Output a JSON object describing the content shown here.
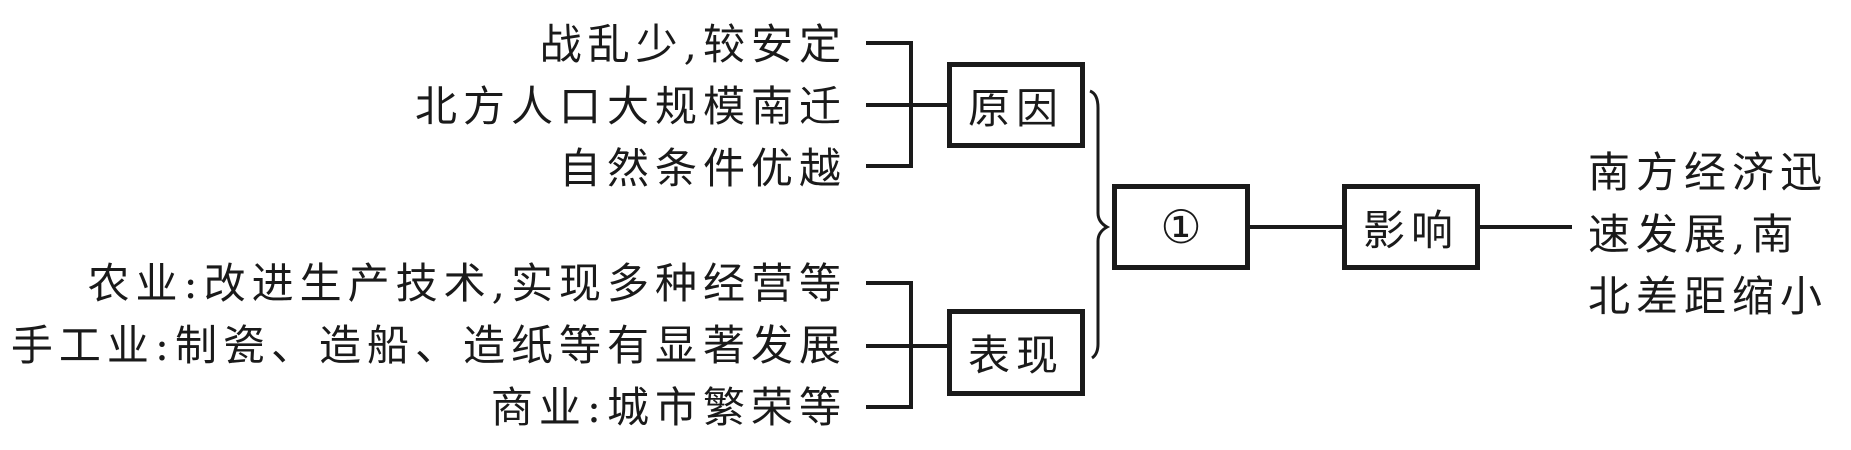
{
  "causes": {
    "label": "原因",
    "items": [
      "战乱少,较安定",
      "北方人口大规模南迁",
      "自然条件优越"
    ]
  },
  "manifestations": {
    "label": "表现",
    "items": [
      "农业:改进生产技术,实现多种经营等",
      "手工业:制瓷、造船、造纸等有显著发展",
      "商业:城市繁荣等"
    ]
  },
  "center": {
    "label": "①"
  },
  "impact": {
    "label": "影响",
    "result_lines": [
      "南方经济迅",
      "速发展,南",
      "北差距缩小"
    ]
  },
  "colors": {
    "line": "#1a1a1a",
    "background": "#ffffff"
  }
}
